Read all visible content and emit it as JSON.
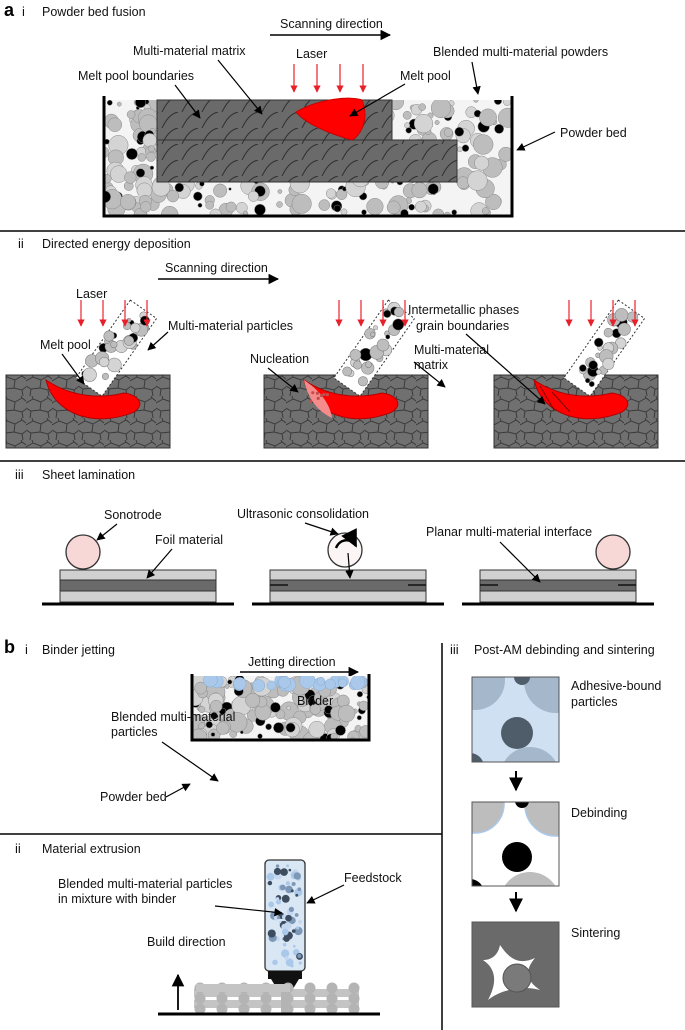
{
  "panel_a": {
    "letter": "a",
    "i": {
      "numeral": "i",
      "title": "Powder bed fusion",
      "scanning": "Scanning direction",
      "laser": "Laser",
      "matrix": "Multi-material matrix",
      "powders": "Blended multi-material powders",
      "boundaries": "Melt pool boundaries",
      "melt_pool": "Melt pool",
      "powder_bed": "Powder bed"
    },
    "ii": {
      "numeral": "ii",
      "title": "Directed energy deposition",
      "scanning": "Scanning direction",
      "laser": "Laser",
      "particles": "Multi-material particles",
      "melt_pool": "Melt pool",
      "nucleation": "Nucleation",
      "intermetallic_1": "Intermetallic phases",
      "intermetallic_2": "grain boundaries",
      "matrix_1": "Multi-material",
      "matrix_2": "matrix"
    },
    "iii": {
      "numeral": "iii",
      "title": "Sheet lamination",
      "sonotrode": "Sonotrode",
      "foil": "Foil material",
      "ultrasonic": "Ultrasonic consolidation",
      "planar": "Planar multi-material interface"
    }
  },
  "panel_b": {
    "letter": "b",
    "i": {
      "numeral": "i",
      "title": "Binder jetting",
      "jetting": "Jetting direction",
      "binder": "Binder",
      "particles_1": "Blended multi-material",
      "particles_2": "particles",
      "powder_bed": "Powder bed"
    },
    "ii": {
      "numeral": "ii",
      "title": "Material extrusion",
      "feedstock": "Feedstock",
      "particles_1": "Blended multi-material particles",
      "particles_2": "in mixture with binder",
      "build": "Build direction"
    },
    "iii": {
      "numeral": "iii",
      "title": "Post-AM debinding and sintering",
      "adhesive_1": "Adhesive-bound",
      "adhesive_2": "particles",
      "debinding": "Debinding",
      "sintering": "Sintering"
    }
  },
  "colors": {
    "melt_pool": "#ff0000",
    "laser": "#e8202a",
    "matrix_grey": "#6e6e6e",
    "powder_grey": "#bdbdbd",
    "binder_blue": "#a9c8ea",
    "sonotrode_pink": "#f8d8d6"
  }
}
